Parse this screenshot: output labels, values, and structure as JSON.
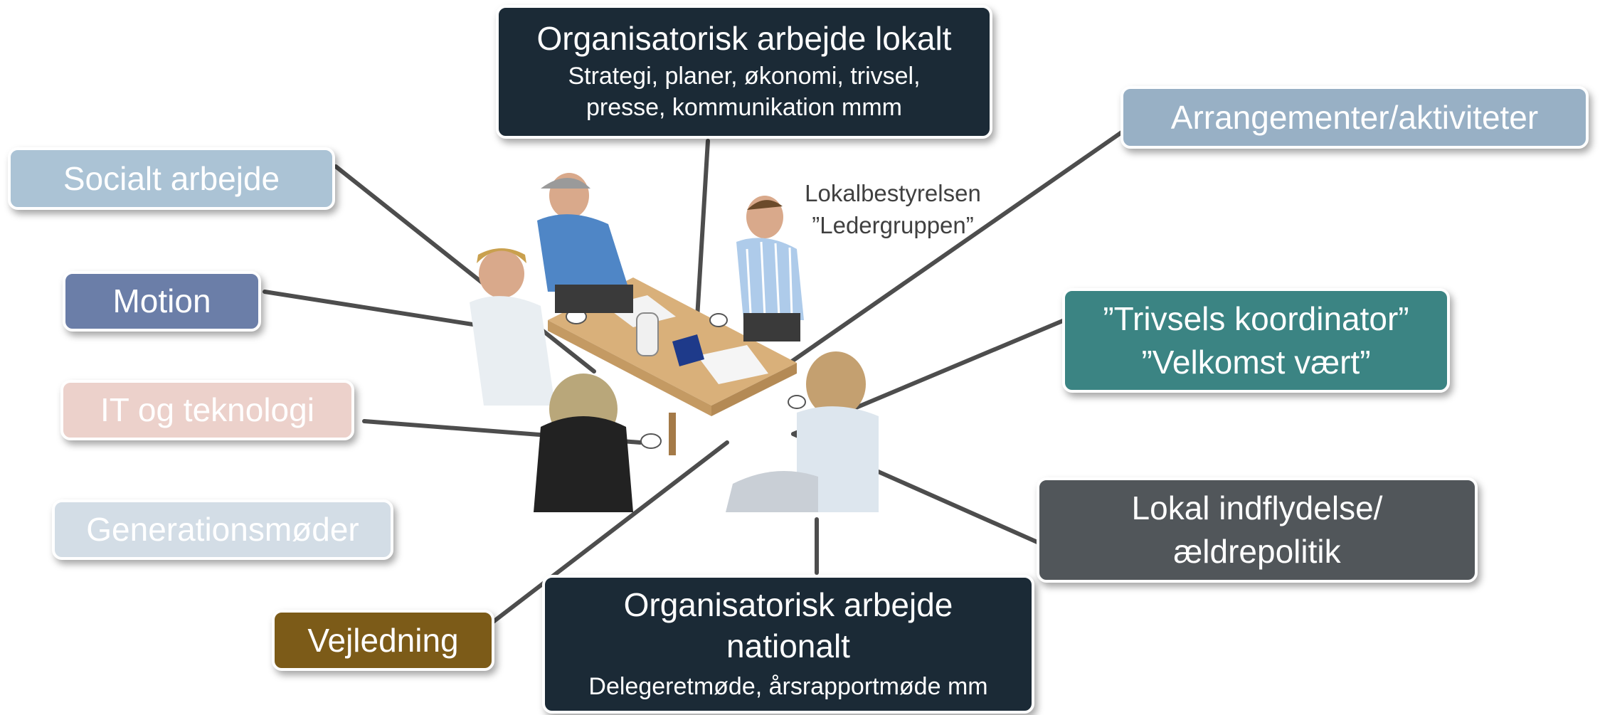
{
  "boxes": {
    "org_local": {
      "title": "Organisatorisk arbejde lokalt",
      "line1": "Strategi, planer, økonomi, trivsel,",
      "line2": "presse, kommunikation mmm",
      "color": "#1b2a36"
    },
    "arrangementer": {
      "label": "Arrangementer/aktiviteter",
      "color": "#98b0c5"
    },
    "socialt": {
      "label": "Socialt arbejde",
      "color": "#abc3d5"
    },
    "motion": {
      "label": "Motion",
      "color": "#6b7ea8"
    },
    "it": {
      "label": "IT og teknologi",
      "color": "#ecd1cb"
    },
    "generation": {
      "label": "Generationsmøder",
      "color": "#d3dde6"
    },
    "vejledning": {
      "label": "Vejledning",
      "color": "#7c5b18"
    },
    "trivsel": {
      "line1": "”Trivsels koordinator”",
      "line2": "”Velkomst vært”",
      "color": "#3b8483"
    },
    "indflydelse": {
      "line1": "Lokal indflydelse/",
      "line2": "ældrepolitik",
      "color": "#51565a"
    },
    "org_national": {
      "line1": "Organisatorisk arbejde",
      "line2": "nationalt",
      "sub": "Delegeretmøde, årsrapportmøde mm",
      "color": "#1b2a36"
    }
  },
  "caption": {
    "line1": "Lokalbestyrelsen",
    "line2": "”Ledergruppen”"
  },
  "connector_color": "#4d4d4d"
}
